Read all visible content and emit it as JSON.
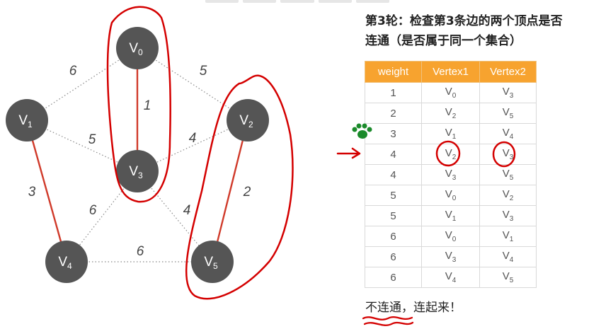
{
  "title_line1": "第3轮：检查第3条边的两个顶点是否",
  "title_line2": "连通（是否属于同一个集合）",
  "footer_text": "不连通，连起来！",
  "colors": {
    "node": "#555555",
    "mst_edge": "#d03a2a",
    "dotted_edge": "#888888",
    "header": "#f7a32f",
    "annotation": "#d40000",
    "paw": "#1a8a2a"
  },
  "graph": {
    "nodes": [
      {
        "id": "V0",
        "label": "V",
        "sub": "0"
      },
      {
        "id": "V1",
        "label": "V",
        "sub": "1"
      },
      {
        "id": "V2",
        "label": "V",
        "sub": "2"
      },
      {
        "id": "V3",
        "label": "V",
        "sub": "3"
      },
      {
        "id": "V4",
        "label": "V",
        "sub": "4"
      },
      {
        "id": "V5",
        "label": "V",
        "sub": "5"
      }
    ],
    "edges": [
      {
        "from": "V0",
        "to": "V1",
        "weight": "6",
        "style": "dotted"
      },
      {
        "from": "V0",
        "to": "V2",
        "weight": "5",
        "style": "dotted"
      },
      {
        "from": "V0",
        "to": "V3",
        "weight": "1",
        "style": "selected"
      },
      {
        "from": "V1",
        "to": "V3",
        "weight": "5",
        "style": "dotted"
      },
      {
        "from": "V2",
        "to": "V3",
        "weight": "4",
        "style": "dotted"
      },
      {
        "from": "V1",
        "to": "V4",
        "weight": "3",
        "style": "selected"
      },
      {
        "from": "V2",
        "to": "V5",
        "weight": "2",
        "style": "selected"
      },
      {
        "from": "V3",
        "to": "V4",
        "weight": "6",
        "style": "dotted"
      },
      {
        "from": "V3",
        "to": "V5",
        "weight": "4",
        "style": "dotted"
      },
      {
        "from": "V4",
        "to": "V5",
        "weight": "6",
        "style": "dotted"
      }
    ]
  },
  "table": {
    "headers": [
      "weight",
      "Vertex1",
      "Vertex2"
    ],
    "rows": [
      [
        "1",
        "V0",
        "V3"
      ],
      [
        "2",
        "V2",
        "V5"
      ],
      [
        "3",
        "V1",
        "V4"
      ],
      [
        "4",
        "V2",
        "V3"
      ],
      [
        "4",
        "V3",
        "V5"
      ],
      [
        "5",
        "V0",
        "V2"
      ],
      [
        "5",
        "V1",
        "V3"
      ],
      [
        "6",
        "V0",
        "V1"
      ],
      [
        "6",
        "V3",
        "V4"
      ],
      [
        "6",
        "V4",
        "V5"
      ]
    ],
    "current_row": 3
  }
}
